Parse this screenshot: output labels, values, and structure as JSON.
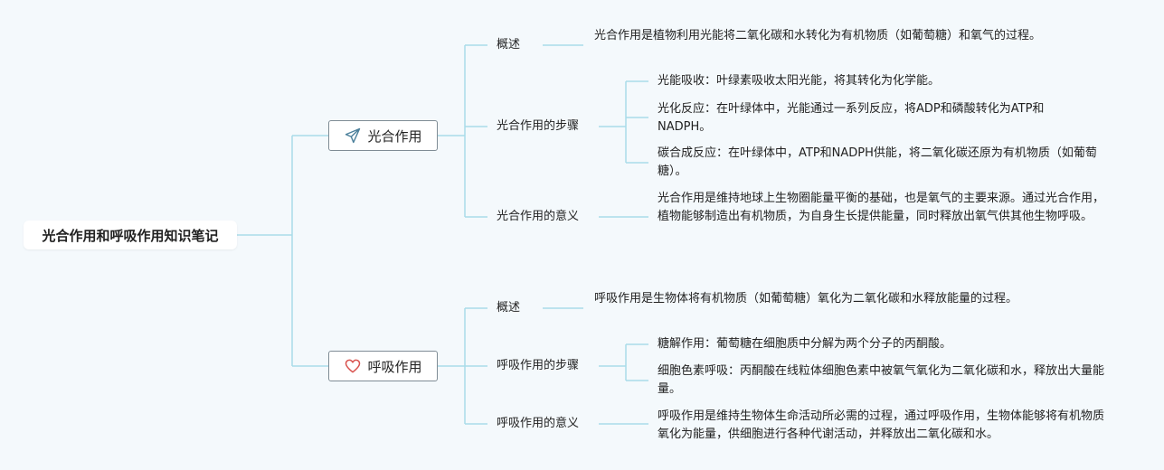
{
  "root": {
    "title": "光合作用和呼吸作用知识笔记"
  },
  "branches": [
    {
      "label": "光合作用",
      "icon": "paper-plane-icon",
      "children": [
        {
          "label": "概述",
          "leaves": [
            "光合作用是植物利用光能将二氧化碳和水转化为有机物质（如葡萄糖）和氧气的过程。"
          ]
        },
        {
          "label": "光合作用的步骤",
          "leaves": [
            "光能吸收：叶绿素吸收太阳光能，将其转化为化学能。",
            "光化反应：在叶绿体中，光能通过一系列反应，将ADP和磷酸转化为ATP和NADPH。",
            "碳合成反应：在叶绿体中，ATP和NADPH供能，将二氧化碳还原为有机物质（如葡萄糖）。"
          ]
        },
        {
          "label": "光合作用的意义",
          "leaves": [
            "光合作用是维持地球上生物圈能量平衡的基础，也是氧气的主要来源。通过光合作用，植物能够制造出有机物质，为自身生长提供能量，同时释放出氧气供其他生物呼吸。"
          ]
        }
      ]
    },
    {
      "label": "呼吸作用",
      "icon": "heart-icon",
      "children": [
        {
          "label": "概述",
          "leaves": [
            "呼吸作用是生物体将有机物质（如葡萄糖）氧化为二氧化碳和水释放能量的过程。"
          ]
        },
        {
          "label": "呼吸作用的步骤",
          "leaves": [
            "糖解作用：葡萄糖在细胞质中分解为两个分子的丙酮酸。",
            "细胞色素呼吸：丙酮酸在线粒体细胞色素中被氧气氧化为二氧化碳和水，释放出大量能量。"
          ]
        },
        {
          "label": "呼吸作用的意义",
          "leaves": [
            "呼吸作用是维持生物体生命活动所必需的过程，通过呼吸作用，生物体能够将有机物质氧化为能量，供细胞进行各种代谢活动，并释放出二氧化碳和水。"
          ]
        }
      ]
    }
  ],
  "colors": {
    "line": "#a9dce9",
    "background": "#f4f9fc",
    "heart": "#d9534f",
    "plane": "#4a7f9a"
  }
}
